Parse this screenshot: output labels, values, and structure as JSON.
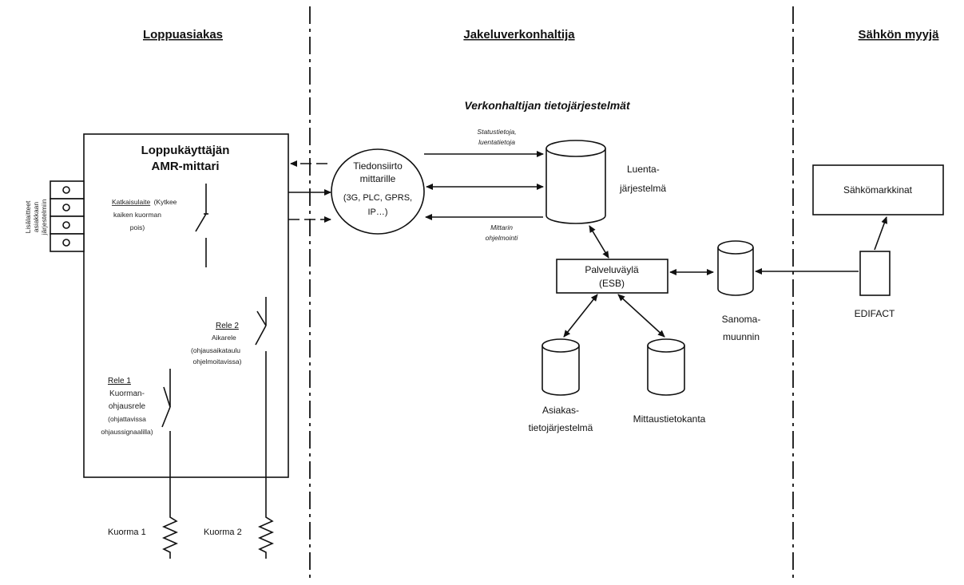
{
  "columns": {
    "left": "Loppuasiakas",
    "middle": "Jakeluverkonhaltija",
    "right": "Sähkön myyjä"
  },
  "subtitle": "Verkonhaltijan tietojärjestelmät",
  "meter": {
    "title_line1": "Loppukäyttäjän",
    "title_line2": "AMR-mittari",
    "side_label_line1": "Lisälaitteet",
    "side_label_line2": "asiakkaan",
    "side_label_line3": "järjestelmiin",
    "switch_label": "Katkaisulaite",
    "switch_desc_1": "(Kytkee",
    "switch_desc_2": "kaiken kuorman",
    "switch_desc_3": "pois)",
    "rele2_label": "Rele 2",
    "rele2_line1": "Aikarele",
    "rele2_line2": "(ohjausaikataulu",
    "rele2_line3": "ohjelmoitavissa)",
    "rele1_label": "Rele 1",
    "rele1_line1": "Kuorman-",
    "rele1_line2": "ohjausrele",
    "rele1_line3": "(ohjattavissa",
    "rele1_line4": "ohjaussignaalilla)",
    "load1": "Kuorma 1",
    "load2": "Kuorma 2"
  },
  "transfer": {
    "line1": "Tiedonsiirto",
    "line2": "mittarille",
    "line3": "(3G, PLC, GPRS,",
    "line4": "IP…)"
  },
  "arrows": {
    "status_line1": "Statustietoja,",
    "status_line2": "luentatietoja",
    "prog_line1": "Mittarin",
    "prog_line2": "ohjelmointi"
  },
  "systems": {
    "luenta_line1": "Luenta-",
    "luenta_line2": "järjestelmä",
    "esb_line1": "Palveluväylä",
    "esb_line2": "(ESB)",
    "asiakas_line1": "Asiakas-",
    "asiakas_line2": "tietojärjestelmä",
    "mittaus": "Mittaustietokanta",
    "sanoma_line1": "Sanoma-",
    "sanoma_line2": "muunnin",
    "markkinat": "Sähkömarkkinat",
    "edifact": "EDIFACT"
  }
}
